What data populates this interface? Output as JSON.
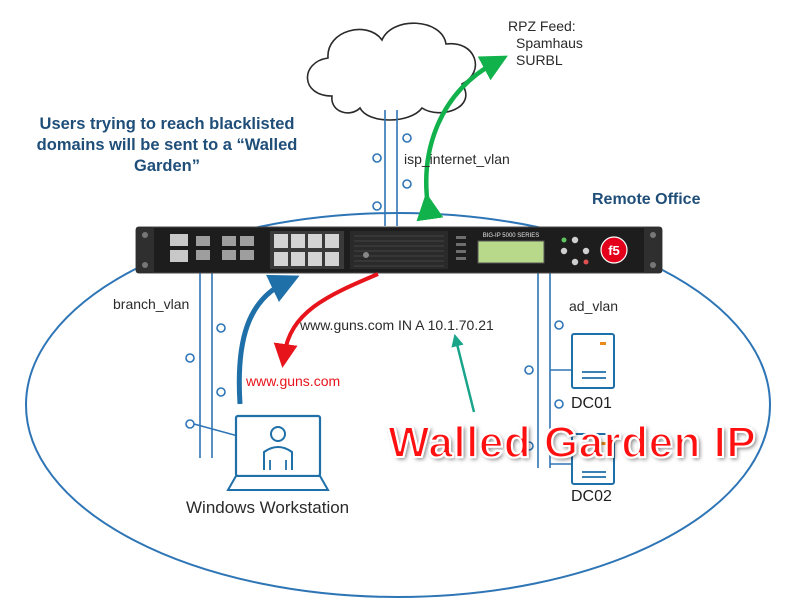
{
  "title": "Users trying to reach blacklisted domains will be sent to a “Walled Garden”",
  "remote_office": "Remote Office",
  "rpz_feed": {
    "heading": "RPZ Feed:",
    "items": [
      "Spamhaus",
      "SURBL"
    ]
  },
  "vlans": {
    "isp": "isp_internet_vlan",
    "branch": "branch_vlan",
    "ad": "ad_vlan"
  },
  "dns_record": "www.guns.com IN A 10.1.70.21",
  "query_domain": "www.guns.com",
  "walled_garden_label": "Walled Garden IP",
  "workstation": "Windows Workstation",
  "servers": [
    "DC01",
    "DC02"
  ],
  "device": {
    "model": "BIG-IP 5000 SERIES",
    "logo": "f5"
  },
  "colors": {
    "title": "#1f4e79",
    "vlan_stroke": "#2e75b6",
    "red_arrow": "#e8141b",
    "green_arrow": "#11b14b",
    "blue_arrow": "#1f6fa8",
    "teal_arrow": "#1aa58a",
    "walled_garden_text": "#ff1010"
  },
  "icons": [
    "cloud-icon",
    "server-icon",
    "workstation-icon",
    "f5-logo-icon"
  ]
}
